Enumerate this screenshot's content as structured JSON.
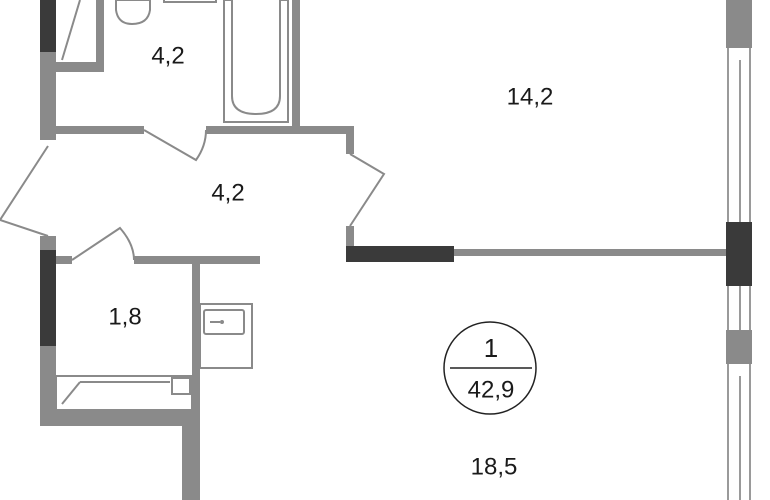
{
  "rooms": [
    {
      "id": "bathroom",
      "area": "4,2"
    },
    {
      "id": "room-top",
      "area": "14,2"
    },
    {
      "id": "hallway",
      "area": "4,2"
    },
    {
      "id": "wardrobe",
      "area": "1,8"
    },
    {
      "id": "room-main",
      "area": "18,5"
    }
  ],
  "badge": {
    "rooms_count": "1",
    "total_area": "42,9"
  },
  "colors": {
    "wall": "#8a8a8a",
    "wall_dark": "#3a3a3a",
    "text": "#1a1a1a"
  }
}
